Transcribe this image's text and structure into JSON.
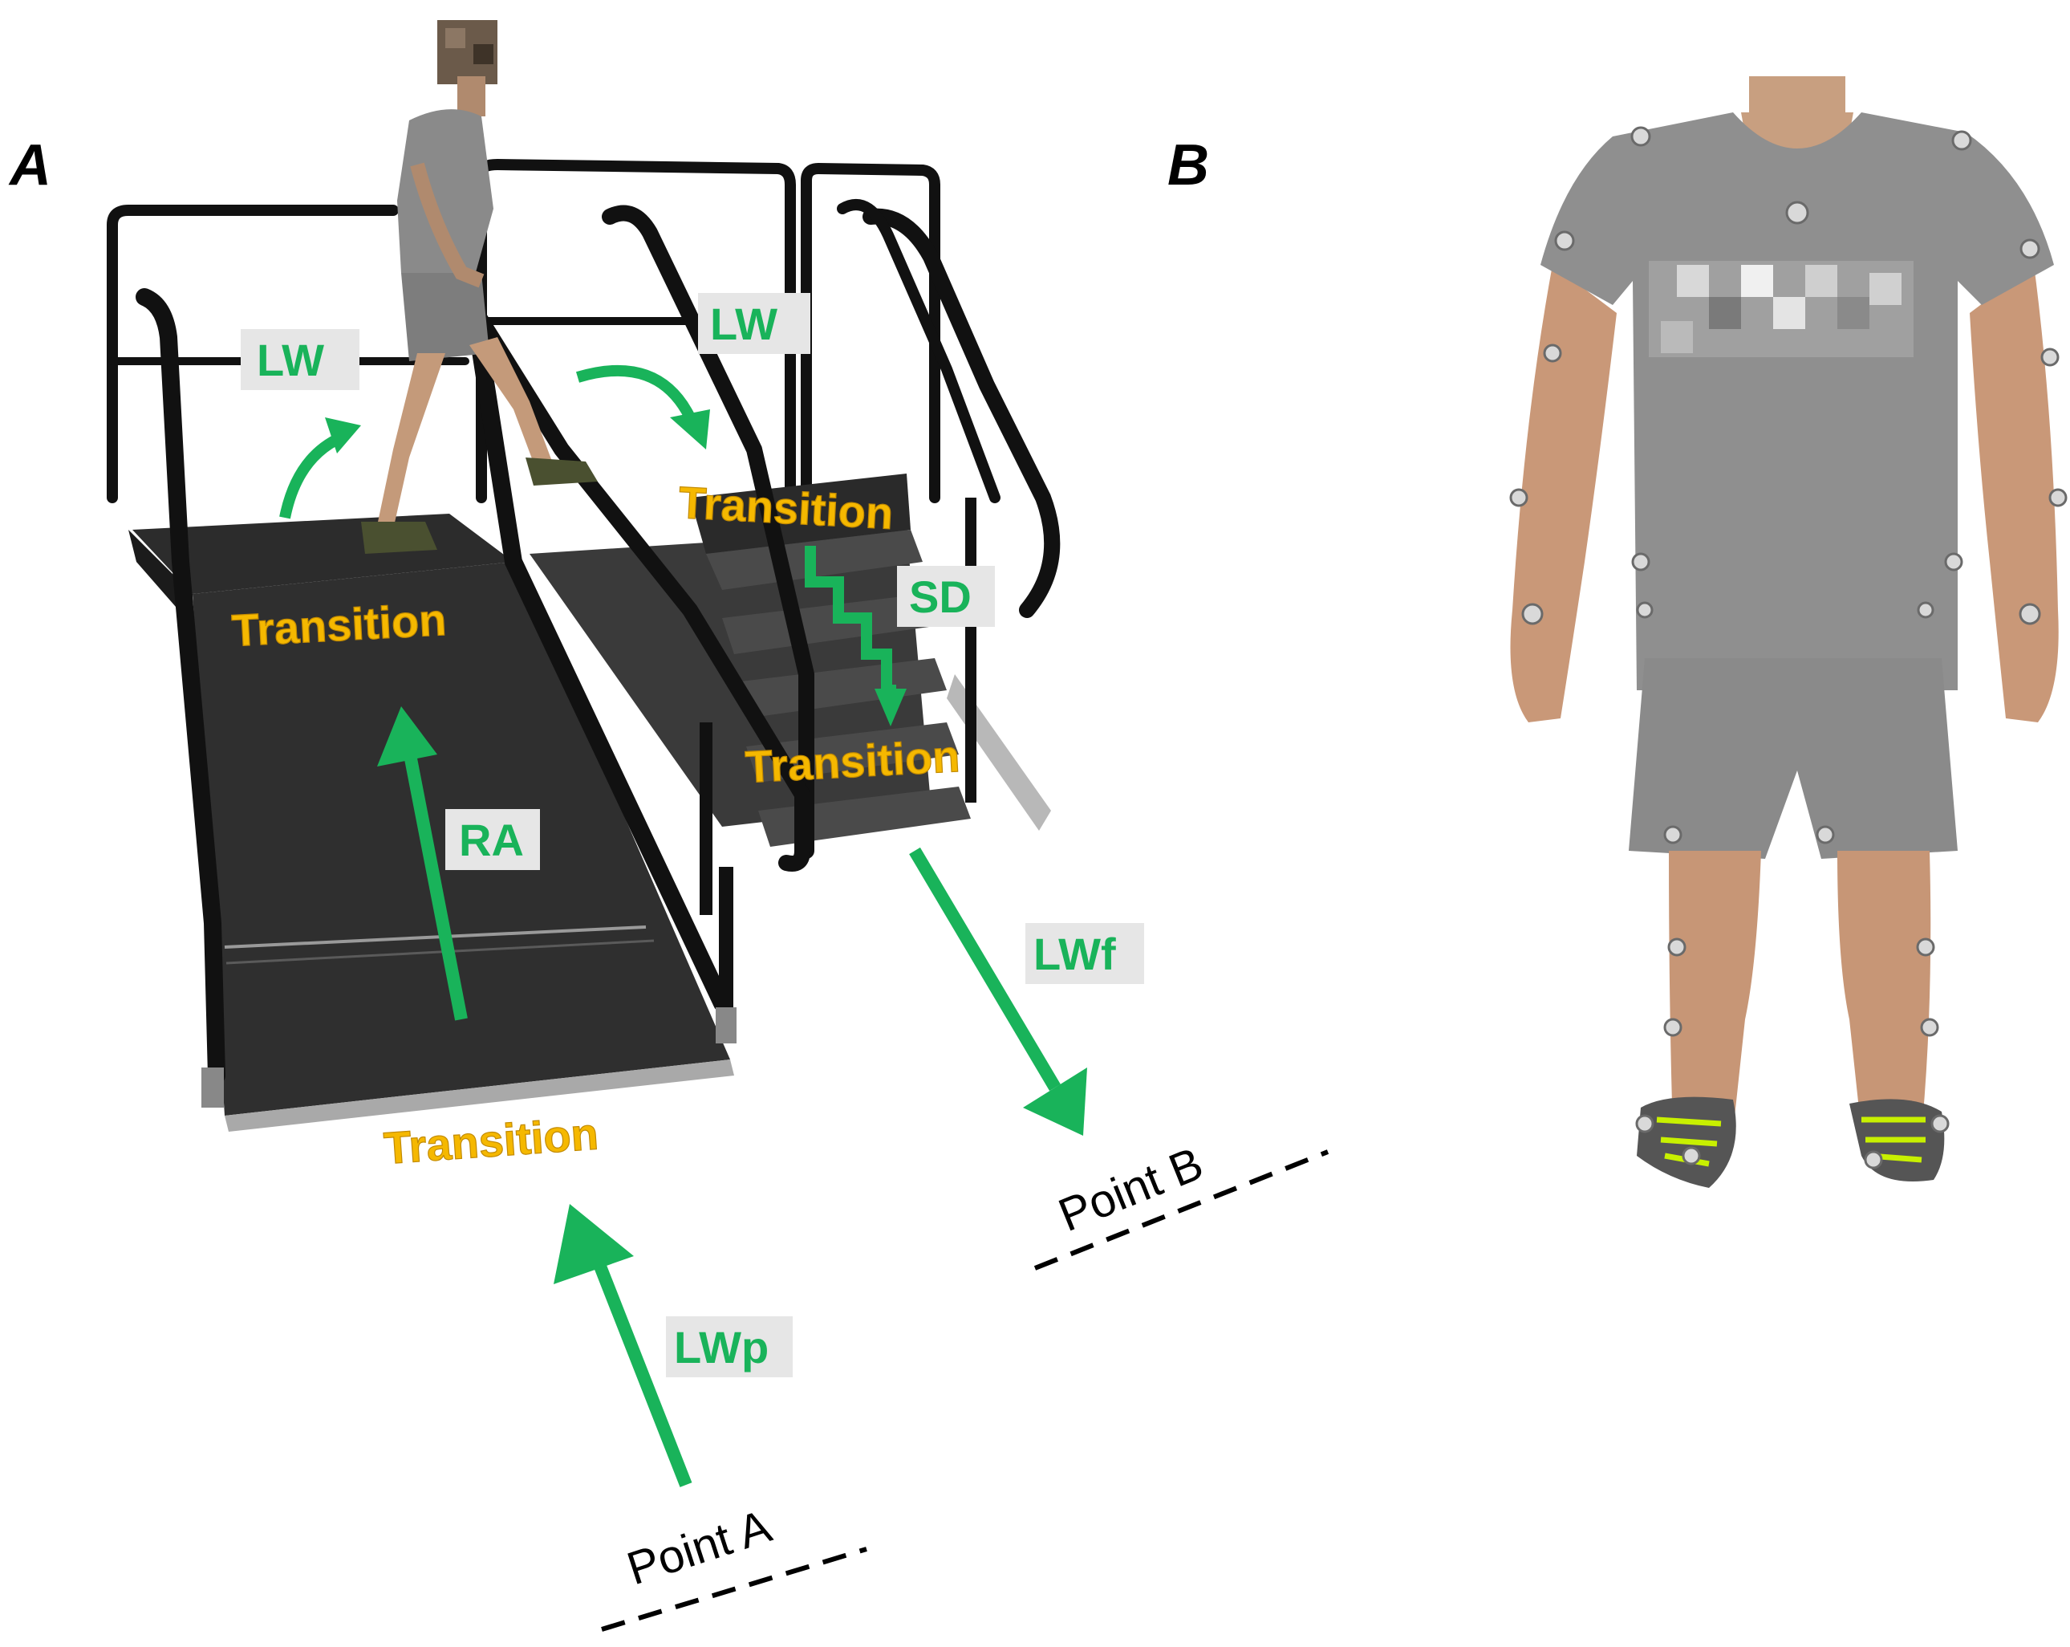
{
  "panels": {
    "a_label": "A",
    "b_label": "B"
  },
  "transitions": [
    "Transition",
    "Transition",
    "Transition",
    "Transition"
  ],
  "tags": {
    "lw_left": "LW",
    "lw_right": "LW",
    "sd": "SD",
    "ra": "RA",
    "lwf": "LWf",
    "lwp": "LWp"
  },
  "points": {
    "a": "Point A",
    "b": "Point B"
  },
  "colors": {
    "arrow_green": "#19b35a",
    "transition_yellow": "#f5b800",
    "tag_background": "#e6e6e6"
  }
}
